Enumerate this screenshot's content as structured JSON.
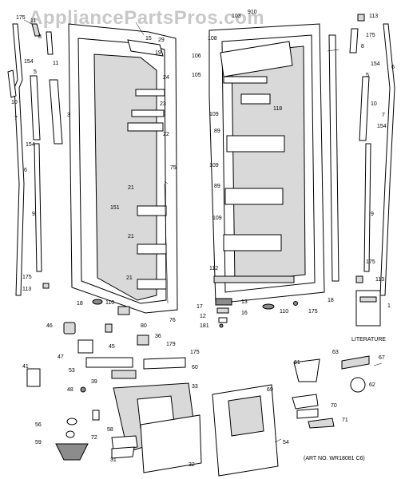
{
  "watermark": "AppliancePartsPros.com",
  "literature_label": "LITERATURE",
  "art_number": "(ART NO. WR18081 C6)",
  "part_labels": {
    "p175a": "175",
    "p11a": "11",
    "p8a": "8",
    "p154a": "154",
    "p11b": "11",
    "p5a": "5",
    "p10a": "10",
    "p3": "3",
    "p7a": "7",
    "p154b": "154",
    "p6a": "6",
    "p9a": "9",
    "p175b": "175",
    "p113a": "113",
    "p18a": "18",
    "p110a": "110",
    "p15": "15",
    "p29": "29",
    "p19": "19",
    "p24": "24",
    "p23": "23",
    "p22": "22",
    "p75": "75",
    "p151": "151",
    "p21a": "21",
    "p21b": "21",
    "p21c": "21",
    "p76": "76",
    "p80": "80",
    "p103": "103",
    "p910": "910",
    "p108": "108",
    "p106": "106",
    "p105": "105",
    "p118": "118",
    "p109a": "109",
    "p89a": "89",
    "p109b": "109",
    "p89b": "89",
    "p109c": "109",
    "p112": "112",
    "p18b": "18",
    "p113b": "113",
    "p175c": "175",
    "p8b": "8",
    "p154c": "154",
    "p5b": "5",
    "p6b": "6",
    "p10b": "10",
    "p7b": "7",
    "p154d": "154",
    "p9b": "9",
    "p175d": "175",
    "p113c": "113",
    "p1": "1",
    "p13": "13",
    "p17": "17",
    "p16": "16",
    "p12": "12",
    "p181": "181",
    "p110b": "110",
    "p175e": "175",
    "p46": "46",
    "p45": "45",
    "p36": "36",
    "p179": "179",
    "p175f": "175",
    "p47": "47",
    "p53": "53",
    "p60": "60",
    "p41": "41",
    "p39": "39",
    "p48": "48",
    "p33": "33",
    "p56": "56",
    "p59": "59",
    "p72": "72",
    "p58": "58",
    "p31": "31",
    "p32": "32",
    "p54": "54",
    "p61": "61",
    "p63": "63",
    "p67": "67",
    "p62": "62",
    "p69": "69",
    "p70": "70",
    "p71": "71"
  }
}
